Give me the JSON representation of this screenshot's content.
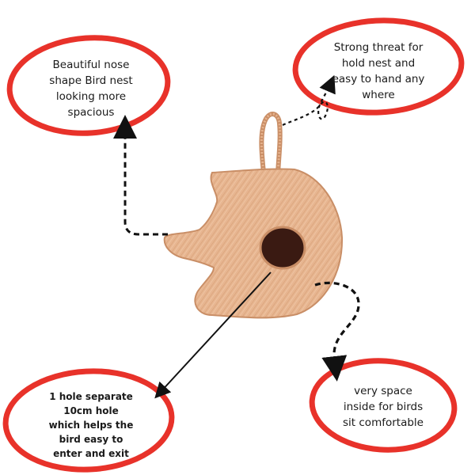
{
  "callouts": {
    "top_left": "Beautiful nose\nshape Bird nest\nlooking more\nspacious",
    "top_right": "Strong threat for\nhold nest and\neasy to hand any\nwhere",
    "bottom_left": "1 hole separate\n10cm hole\nwhich helps the\nbird easy to\nenter and exit",
    "bottom_right": "very space\ninside for birds\nsit comfortable"
  },
  "colors": {
    "ellipse_red": "#e8322a",
    "nest_fiber": "#e6b38e",
    "nest_shadow": "#c98e66",
    "hole": "#3a1a12",
    "arrow": "#111111"
  },
  "icons": [
    "coir-bird-nest",
    "dashed-arrow",
    "solid-arrow"
  ]
}
